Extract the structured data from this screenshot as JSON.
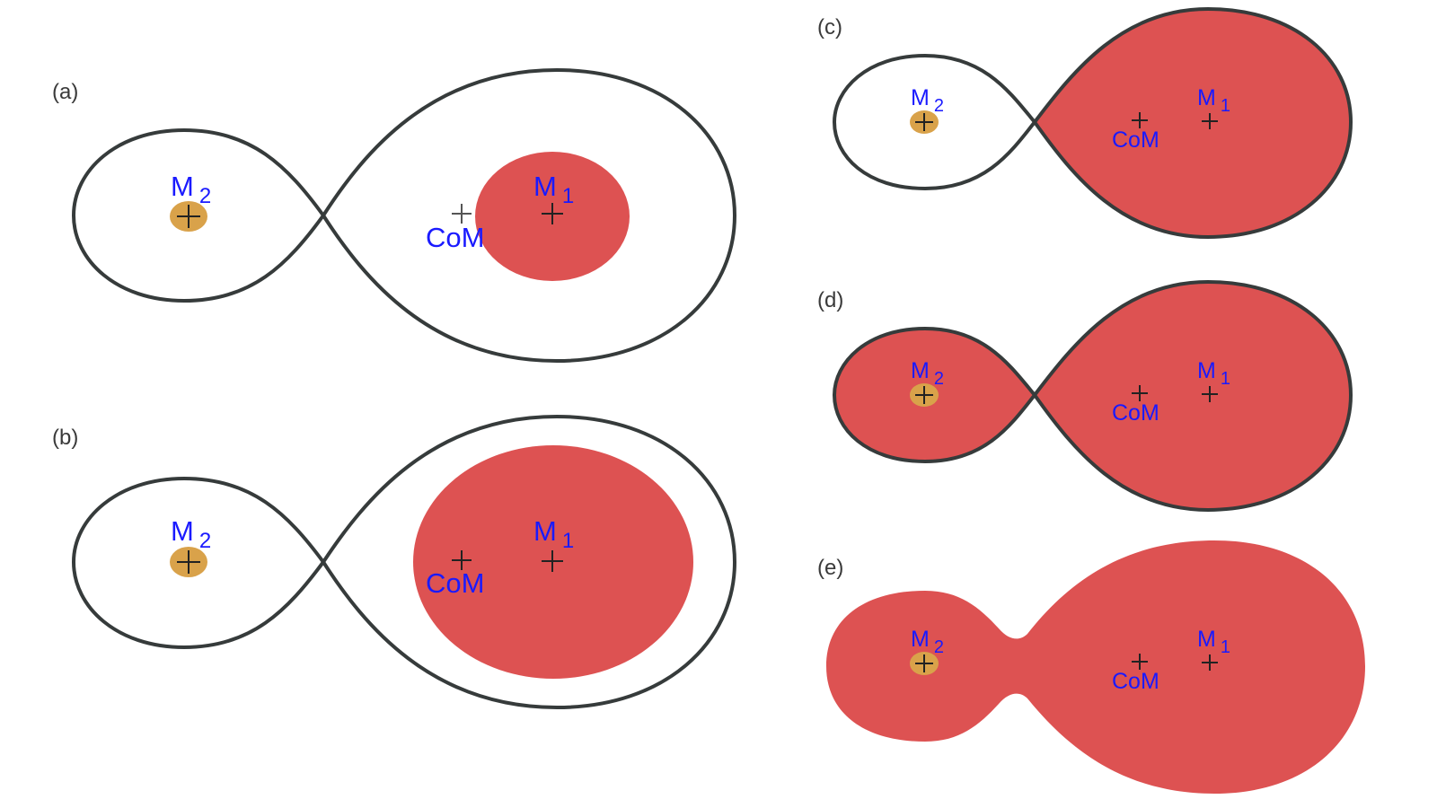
{
  "colors": {
    "donor_fill": "#dd5252",
    "companion_fill": "#d9a24a",
    "outline": "#363b3b",
    "label": "#1a1aff",
    "panel_label": "#3a3a3a"
  },
  "labels": {
    "primary_mass": "M",
    "primary_index": "1",
    "secondary_mass": "M",
    "secondary_index": "2",
    "center_of_mass": "CoM"
  },
  "panels": [
    {
      "id": "a",
      "label": "(a)",
      "state": "detached, star well inside Roche lobe"
    },
    {
      "id": "b",
      "label": "(b)",
      "state": "detached, star nearly filling Roche lobe"
    },
    {
      "id": "c",
      "label": "(c)",
      "state": "semi-detached, primary fills Roche lobe"
    },
    {
      "id": "d",
      "label": "(d)",
      "state": "contact, both stars fill Roche lobes"
    },
    {
      "id": "e",
      "label": "(e)",
      "state": "common envelope"
    }
  ]
}
